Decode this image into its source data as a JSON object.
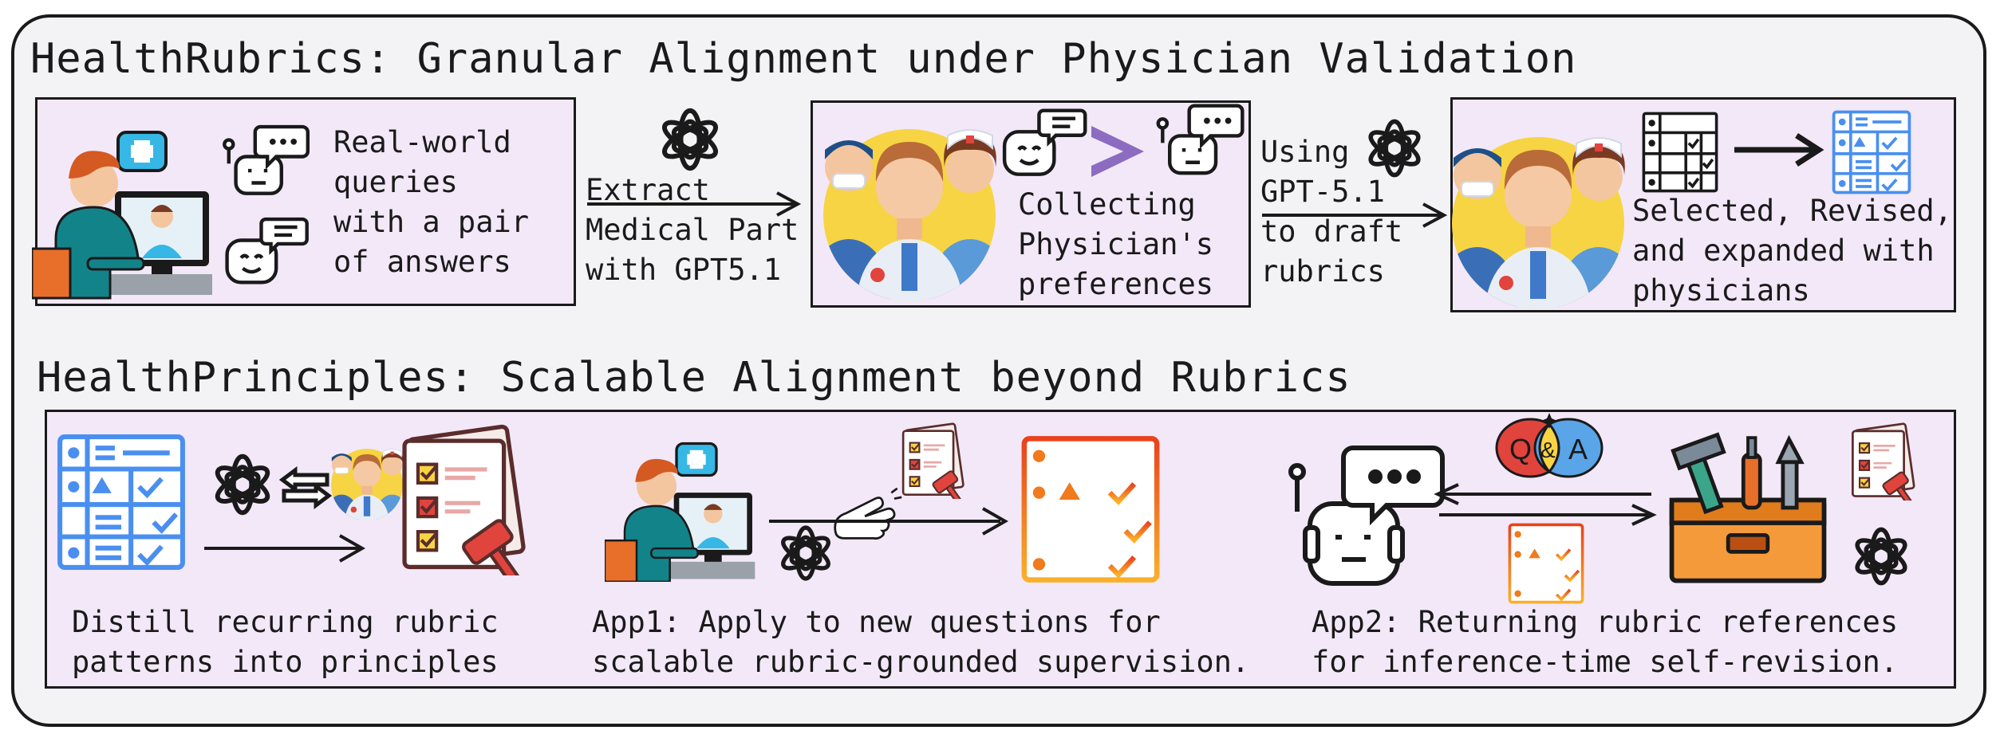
{
  "diagram": {
    "section1": {
      "title": "HealthRubrics: Granular Alignment under Physician Validation",
      "step1_text": "Real-world\nqueries\nwith a pair\nof answers",
      "arrow1_label": "Extract\nMedical Part\nwith GPT5.1",
      "step2_text": "Collecting\nPhysician's\npreferences",
      "arrow2_label": "Using\nGPT-5.1\nto draft\nrubrics",
      "step3_text": "Selected, Revised,\nand expanded with\nphysicians"
    },
    "section2": {
      "title": "HealthPrinciples: Scalable Alignment beyond Rubrics",
      "panel1_text": "Distill recurring rubric\npatterns into principles",
      "panel2_text": "App1: Apply to new questions for\nscalable rubric-grounded supervision.",
      "panel3_text": "App2: Returning rubric references\nfor inference-time self-revision.",
      "qa_badge": {
        "q": "Q",
        "amp": "&",
        "a": "A"
      }
    },
    "colors": {
      "box_fill": "#f3e8f8",
      "frame_fill": "#f3f3f6",
      "rubric_blue": "#4a8ff0",
      "rubric_orange": "#f08a1c",
      "physician_blue": "#3f79c9",
      "accent_red": "#e0443c",
      "greater_than_purple": "#8b6cc0"
    },
    "icons": [
      "telemedicine-icon",
      "chatbot-icon",
      "openai-logo-icon",
      "physicians-group-icon",
      "rubric-table-icon",
      "checklist-gavel-icon",
      "hand-pointer-icon",
      "robot-icon",
      "toolbox-icon",
      "qa-badge-icon"
    ]
  }
}
